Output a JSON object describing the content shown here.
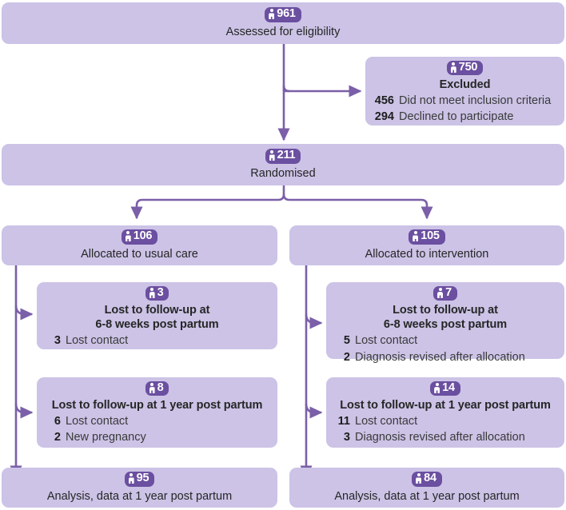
{
  "diagram": {
    "type": "consort-flow-diagram",
    "colors": {
      "box_fill": "#ccc3e6",
      "badge_fill": "#6b4fa0",
      "connector": "#7b5fa8",
      "text": "#262626",
      "badge_text": "#ffffff"
    },
    "badge_icon": "person-icon"
  },
  "nodes": {
    "assessed": {
      "count": "961",
      "title": "Assessed for eligibility"
    },
    "excluded": {
      "count": "750",
      "title": "Excluded",
      "items": [
        {
          "num": "456",
          "label": "Did not meet inclusion criteria"
        },
        {
          "num": "294",
          "label": "Declined to participate"
        }
      ]
    },
    "randomised": {
      "count": "211",
      "title": "Randomised"
    },
    "usual_care": {
      "count": "106",
      "title": "Allocated to usual care"
    },
    "intervention": {
      "count": "105",
      "title": "Allocated to intervention"
    },
    "ltfu_6w_left": {
      "count": "3",
      "title_line1": "Lost to follow-up at",
      "title_line2": "6-8 weeks post partum",
      "items": [
        {
          "num": "3",
          "label": "Lost contact"
        }
      ]
    },
    "ltfu_6w_right": {
      "count": "7",
      "title_line1": "Lost to follow-up at",
      "title_line2": "6-8 weeks post partum",
      "items": [
        {
          "num": "5",
          "label": "Lost contact"
        },
        {
          "num": "2",
          "label": "Diagnosis revised after allocation"
        }
      ]
    },
    "ltfu_1y_left": {
      "count": "8",
      "title": "Lost to follow-up at 1 year post partum",
      "items": [
        {
          "num": "6",
          "label": "Lost contact"
        },
        {
          "num": "2",
          "label": "New pregnancy"
        }
      ]
    },
    "ltfu_1y_right": {
      "count": "14",
      "title": "Lost to follow-up at 1 year post partum",
      "items": [
        {
          "num": "11",
          "label": "Lost contact"
        },
        {
          "num": "3",
          "label": "Diagnosis revised after allocation"
        }
      ]
    },
    "analysis_left": {
      "count": "95",
      "title": "Analysis, data at 1 year post partum"
    },
    "analysis_right": {
      "count": "84",
      "title": "Analysis, data at 1 year post partum"
    }
  }
}
